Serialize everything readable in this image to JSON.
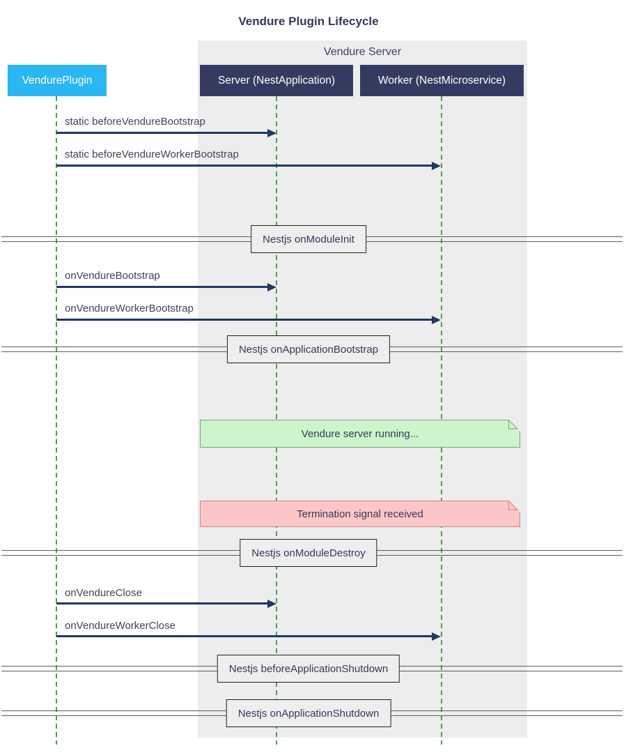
{
  "title": "Vendure Plugin Lifecycle",
  "group": {
    "label": "Vendure Server"
  },
  "participants": [
    {
      "id": "plugin",
      "label": "VendurePlugin",
      "color": "#29B6F2",
      "text_color": "#FFFFFF"
    },
    {
      "id": "server",
      "label": "Server (NestApplication)",
      "color": "#353B60",
      "text_color": "#FFFFFF"
    },
    {
      "id": "worker",
      "label": "Worker (NestMicroservice)",
      "color": "#353B60",
      "text_color": "#FFFFFF"
    }
  ],
  "messages": [
    {
      "label": "static beforeVendureBootstrap",
      "from": "plugin",
      "to": "server"
    },
    {
      "label": "static beforeVendureWorkerBootstrap",
      "from": "plugin",
      "to": "worker"
    },
    {
      "label": "onVendureBootstrap",
      "from": "plugin",
      "to": "server"
    },
    {
      "label": "onVendureWorkerBootstrap",
      "from": "plugin",
      "to": "worker"
    },
    {
      "label": "onVendureClose",
      "from": "plugin",
      "to": "server"
    },
    {
      "label": "onVendureWorkerClose",
      "from": "plugin",
      "to": "worker"
    }
  ],
  "dividers": [
    {
      "label": "Nestjs onModuleInit"
    },
    {
      "label": "Nestjs onApplicationBootstrap"
    },
    {
      "label": "Nestjs onModuleDestroy"
    },
    {
      "label": "Nestjs beforeApplicationShutdown"
    },
    {
      "label": "Nestjs onApplicationShutdown"
    }
  ],
  "notes": [
    {
      "label": "Vendure server running...",
      "color": "#CCF5CC",
      "border_color": "#7FA07F"
    },
    {
      "label": "Termination signal received",
      "color": "#FCC6C6",
      "border_color": "#C58A8A"
    }
  ],
  "colors": {
    "title_text": "#333A5C",
    "message_text": "#3C455E",
    "arrow": "#1F3864",
    "lifeline": "#49A149",
    "group_background": "#EDEDED",
    "divider_line": "#5B5B5B",
    "divider_box_background": "#EEEEEE"
  }
}
